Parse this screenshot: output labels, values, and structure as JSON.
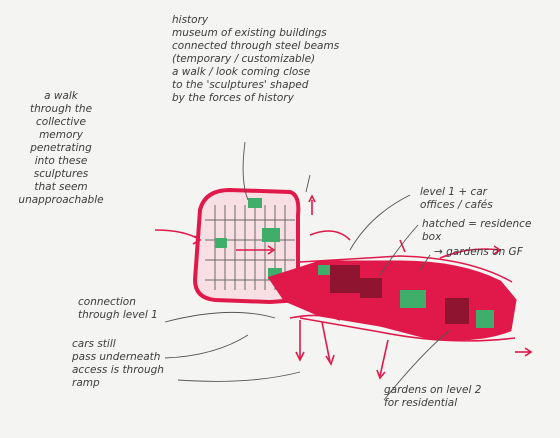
{
  "annotations": {
    "walk_note": "a walk\nthrough the\ncollective\nmemory\npenetrating\ninto these\nsculptures\nthat seem\nunapproachable",
    "history_note": "history\nmuseum of existing buildings\nconnected through steel beams\n(temporary / customizable)\na walk / look coming close\nto the 'sculptures' shaped\nby the forces of history",
    "level_note": "level 1 + car\noffices / cafés",
    "hatched_note": "hatched = residence\nbox",
    "gardens_gf_note": "→ gardens on GF",
    "connection_note": "connection\nthrough level 1",
    "cars_note": "cars still\npass underneath\naccess is through\nramp",
    "gardens_l2_note": "gardens on level 2\nfor residential"
  },
  "colors": {
    "ink": "#3c3c3c",
    "red": "#e0194a",
    "dark_red": "#8e1430",
    "green": "#3fae6b",
    "paper": "#f4f4f2"
  }
}
